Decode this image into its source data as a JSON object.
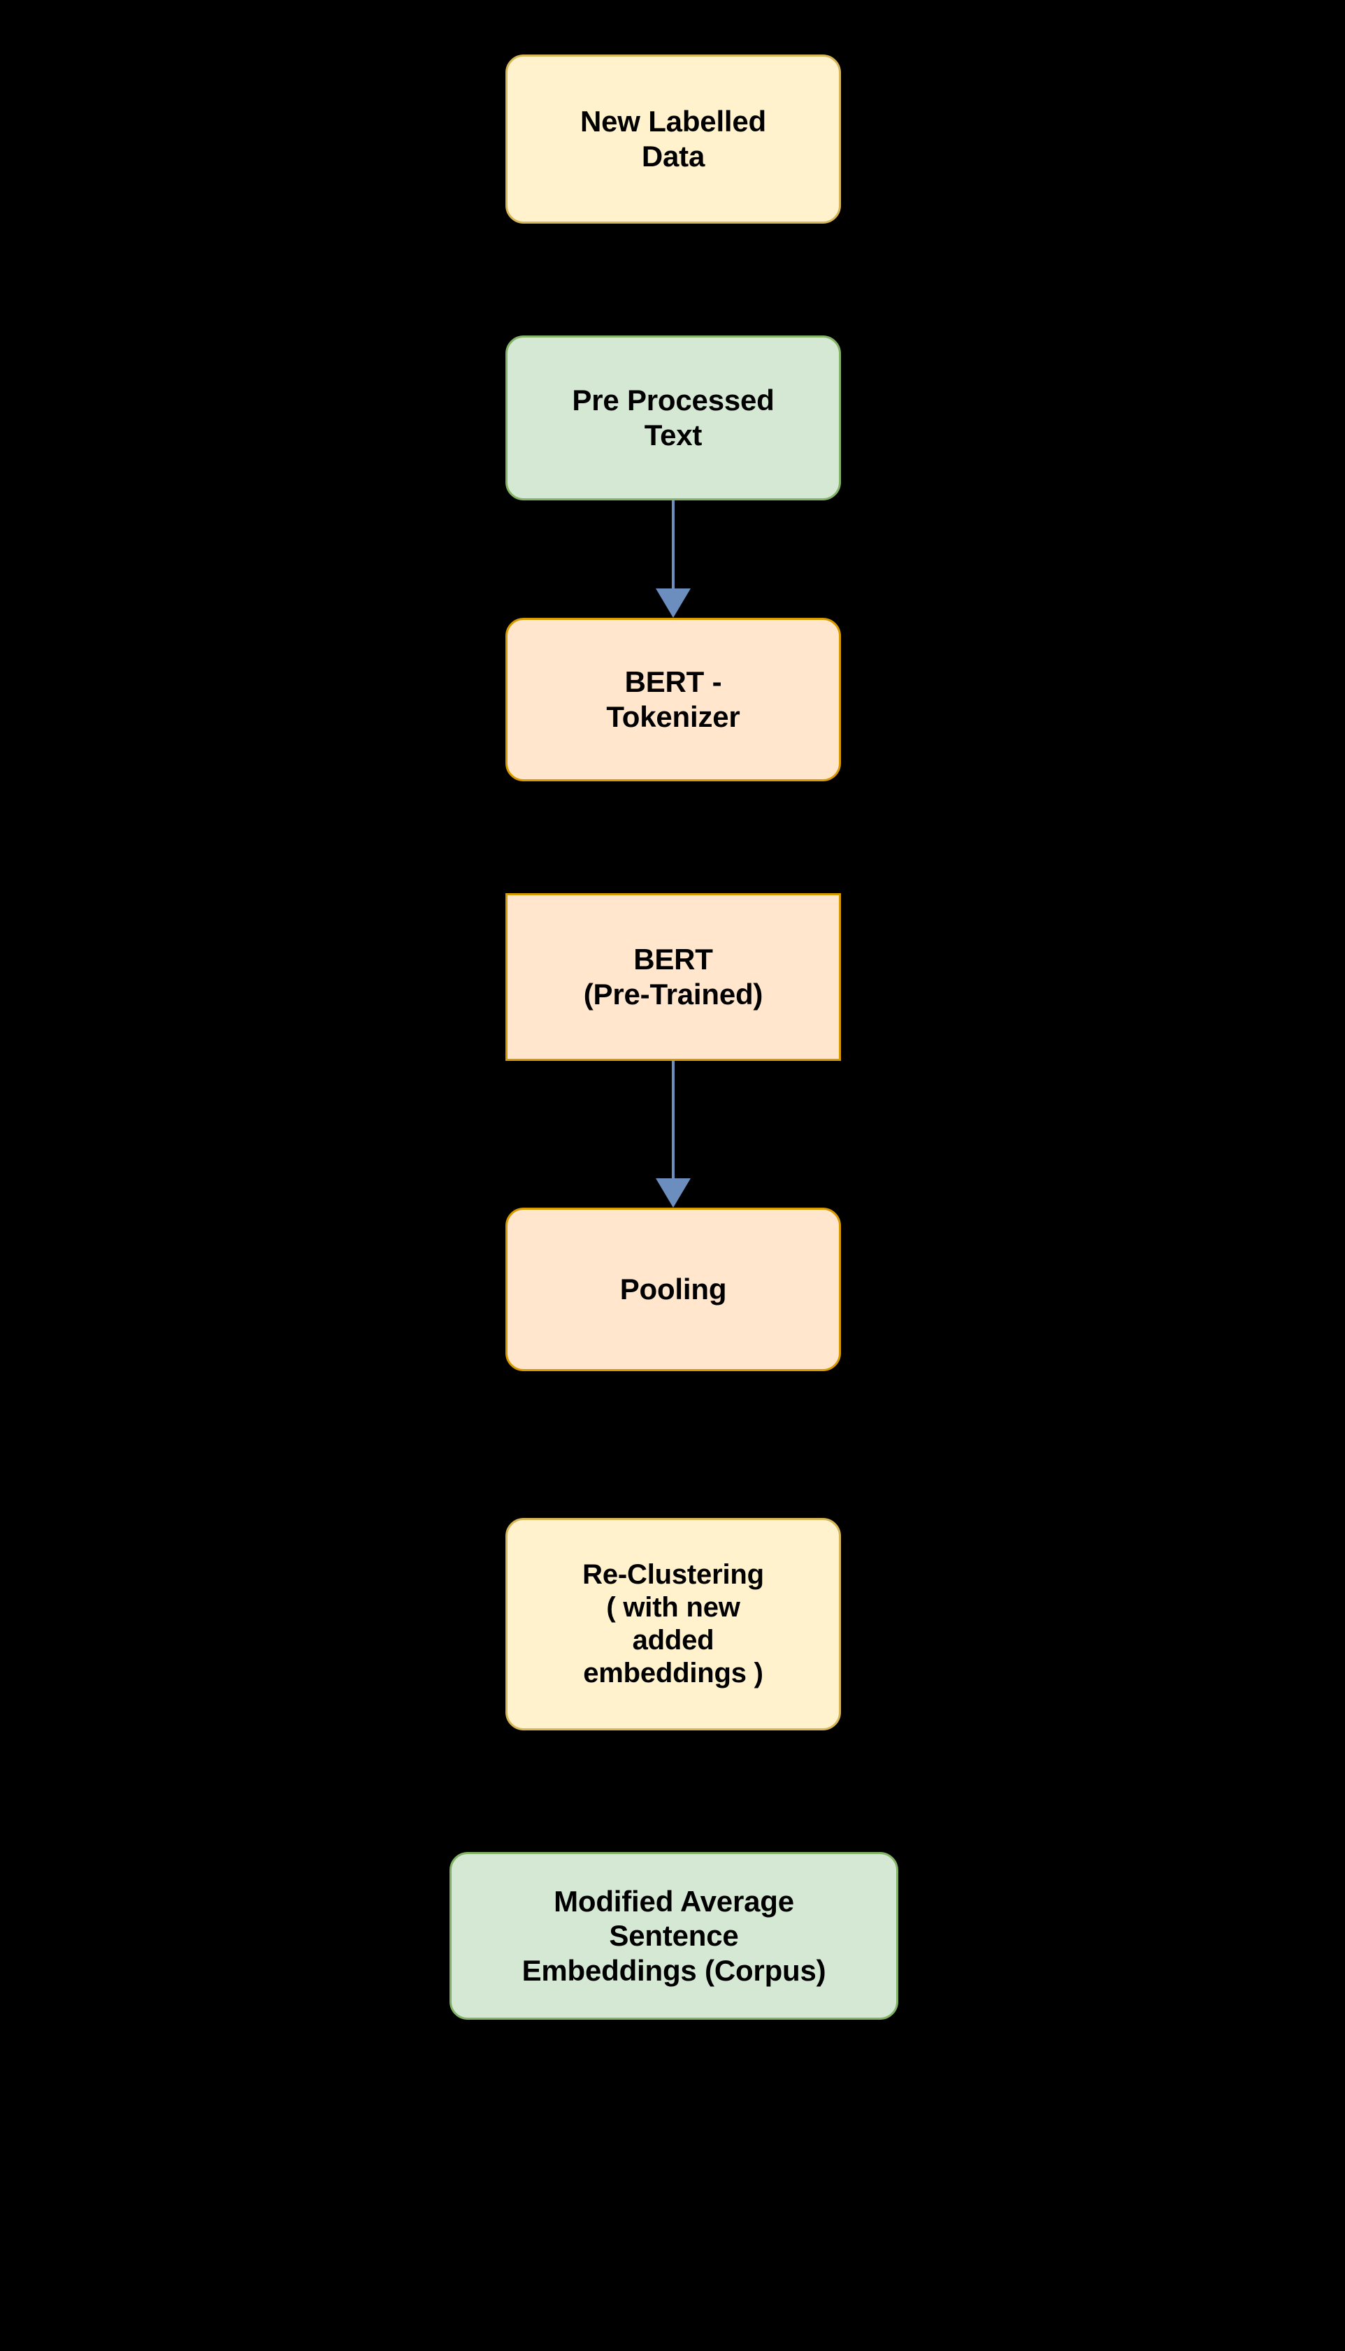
{
  "diagram": {
    "title": "BERT sentence embedding re-clustering pipeline",
    "background_color": "#000000",
    "palette": {
      "yellow_fill": "#FFF2CC",
      "yellow_stroke": "#D6B656",
      "green_fill": "#D5E8D4",
      "green_stroke": "#82B366",
      "orange_fill": "#FFE6CC",
      "orange_stroke": "#D79B00",
      "arrow_color": "#6C8EBF",
      "text_color": "#000000"
    },
    "nodes": [
      {
        "id": "new-labelled-data",
        "label": "New Labelled\nData",
        "shape": "rounded-rectangle",
        "fill": "#FFF2CC",
        "stroke": "#D6B656"
      },
      {
        "id": "pre-processed-text",
        "label": "Pre Processed\nText",
        "shape": "rounded-rectangle",
        "fill": "#D5E8D4",
        "stroke": "#82B366"
      },
      {
        "id": "bert-tokenizer",
        "label": "BERT -\nTokenizer",
        "shape": "rounded-rectangle",
        "fill": "#FFE6CC",
        "stroke": "#D79B00"
      },
      {
        "id": "bert-pretrained",
        "label": "BERT\n(Pre-Trained)",
        "shape": "rectangle",
        "fill": "#FFE6CC",
        "stroke": "#D79B00"
      },
      {
        "id": "pooling",
        "label": "Pooling",
        "shape": "rounded-rectangle",
        "fill": "#FFE6CC",
        "stroke": "#D79B00"
      },
      {
        "id": "re-clustering",
        "label": "Re-Clustering\n( with new\nadded\nembeddings )",
        "shape": "rounded-rectangle",
        "fill": "#FFF2CC",
        "stroke": "#D6B656"
      },
      {
        "id": "modified-average-sentence-embeddings",
        "label": "Modified Average\nSentence\nEmbeddings (Corpus)",
        "shape": "rounded-rectangle",
        "fill": "#D5E8D4",
        "stroke": "#82B366"
      }
    ],
    "edges": [
      {
        "id": "pre-processed-text-to-bert-tokenizer",
        "from": "pre-processed-text",
        "to": "bert-tokenizer",
        "direction": "down",
        "arrowhead": "filled-triangle",
        "color": "#6C8EBF"
      },
      {
        "id": "bert-pretrained-to-pooling",
        "from": "bert-pretrained",
        "to": "pooling",
        "direction": "down",
        "arrowhead": "filled-triangle",
        "color": "#6C8EBF"
      }
    ]
  }
}
